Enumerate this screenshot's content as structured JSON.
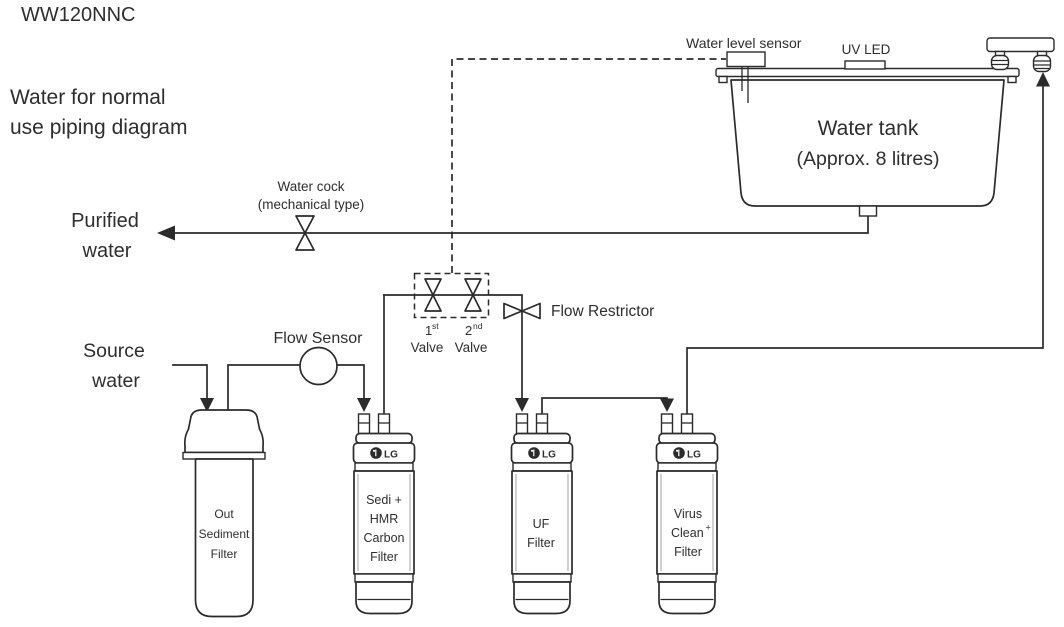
{
  "colors": {
    "ink": "#2b2b2b",
    "text": "#2e2e2e",
    "background": "#ffffff"
  },
  "header": {
    "model": "WW120NNC",
    "subtitle_line1": "Water for normal",
    "subtitle_line2": "use piping diagram"
  },
  "tank": {
    "name_line1": "Water tank",
    "capacity_line2": "(Approx. 8 litres)",
    "water_level_sensor_label": "Water level sensor",
    "uv_led_label": "UV LED"
  },
  "flow": {
    "purified_line1": "Purified",
    "purified_line2": "water",
    "source_line1": "Source",
    "source_line2": "water",
    "water_cock_line1": "Water cock",
    "water_cock_line2": "(mechanical type)",
    "flow_sensor_label": "Flow Sensor",
    "flow_restrictor_label": "Flow Restrictor"
  },
  "valves": {
    "v1_num": "1",
    "v1_sup": "st",
    "v1_label": "Valve",
    "v2_num": "2",
    "v2_sup": "nd",
    "v2_label": "Valve"
  },
  "filters": {
    "sediment": {
      "line1": "Out",
      "line2": "Sediment",
      "line3": "Filter"
    },
    "sedi_hmr": {
      "line1": "Sedi +",
      "line2": "HMR",
      "line3": "Carbon",
      "line4": "Filter"
    },
    "uf": {
      "line1": "UF",
      "line2": "Filter"
    },
    "virus": {
      "line1": "Virus",
      "line2_base": "Clean",
      "line2_sup": "+",
      "line3": "Filter"
    }
  },
  "brand": {
    "logo_text": "LG"
  }
}
